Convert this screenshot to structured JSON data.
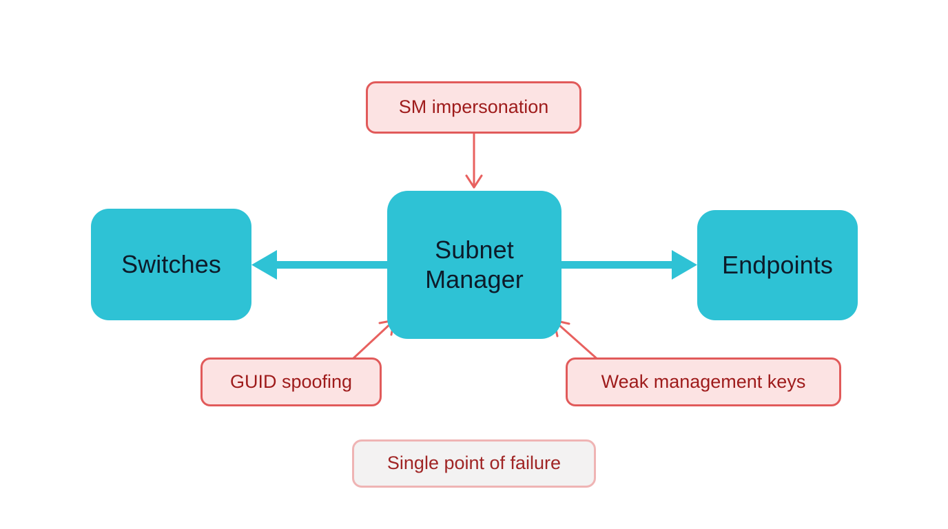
{
  "diagram": {
    "background_color": "#ffffff",
    "node_color": "#2ec2d5",
    "node_text_color": "#0d1b2a",
    "annotation_border_color": "#e15a5a",
    "annotation_fill_color": "#fce3e3",
    "annotation_text_color": "#9e1b1b",
    "annotation_muted_border_color": "#efb4b4",
    "annotation_muted_fill_color": "#f3f2f2",
    "nodes": [
      {
        "id": "switches",
        "label": "Switches"
      },
      {
        "id": "subnet-manager",
        "label": "Subnet\nManager"
      },
      {
        "id": "endpoints",
        "label": "Endpoints"
      }
    ],
    "annotations": [
      {
        "id": "sm-impersonation",
        "label": "SM impersonation"
      },
      {
        "id": "guid-spoofing",
        "label": "GUID spoofing"
      },
      {
        "id": "weak-management-keys",
        "label": "Weak management keys"
      },
      {
        "id": "single-point-of-failure",
        "label": "Single point of failure"
      }
    ],
    "edges": [
      {
        "id": "sm-to-switches",
        "from": "subnet-manager",
        "to": "switches",
        "color": "#2ec2d5",
        "style": "thick-solid-arrow"
      },
      {
        "id": "sm-to-endpoints",
        "from": "subnet-manager",
        "to": "endpoints",
        "color": "#2ec2d5",
        "style": "thick-solid-arrow"
      },
      {
        "id": "impersonation-to-sm",
        "from": "sm-impersonation",
        "to": "subnet-manager",
        "color": "#e8615f",
        "style": "thin-open-arrow"
      },
      {
        "id": "guid-to-sm",
        "from": "guid-spoofing",
        "to": "subnet-manager",
        "color": "#e8615f",
        "style": "thin-open-arrow"
      },
      {
        "id": "keys-to-sm",
        "from": "weak-management-keys",
        "to": "subnet-manager",
        "color": "#e8615f",
        "style": "thin-open-arrow"
      }
    ]
  }
}
